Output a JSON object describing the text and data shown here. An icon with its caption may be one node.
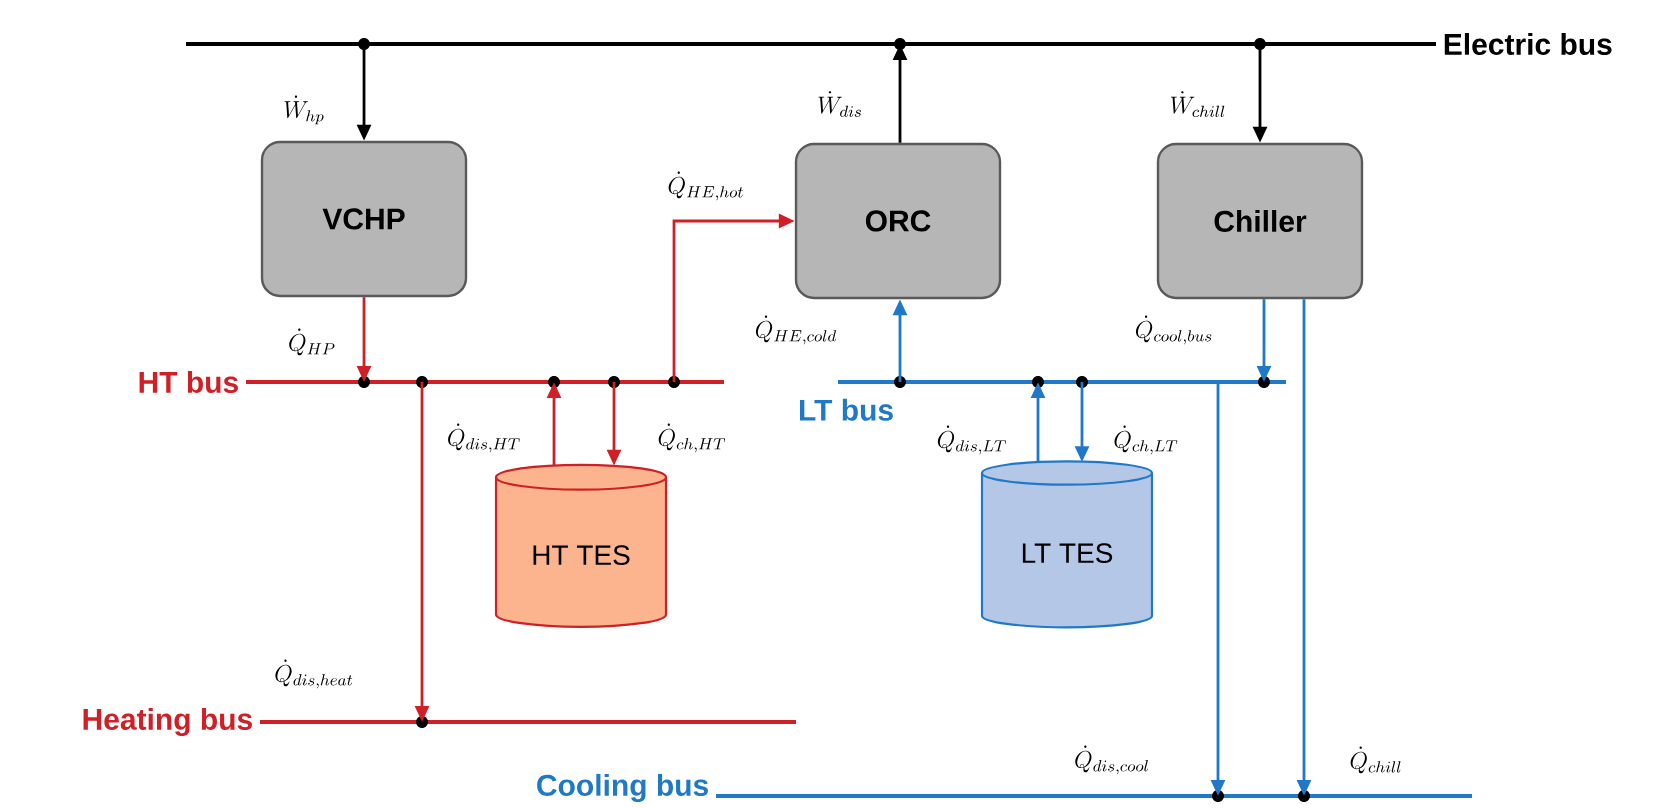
{
  "diagram": {
    "nodes": [
      {
        "text": [
          "Electric bus"
        ]
      },
      {
        "text": [
          "VCHP"
        ]
      },
      {
        "text": [
          "ORC"
        ]
      },
      {
        "text": [
          "Chiller"
        ]
      },
      {
        "text": [
          "HT bus"
        ]
      },
      {
        "text": [
          "LT bus"
        ]
      },
      {
        "text": [
          "HT TES"
        ]
      },
      {
        "text": [
          "LT TES"
        ]
      },
      {
        "text": [
          "Heating bus"
        ]
      },
      {
        "text": [
          "Cooling bus"
        ]
      }
    ],
    "edges": [
      {
        "from": 0,
        "to": 1,
        "arrow": "to",
        "label": "\\dot{W}_{hp}",
        "color": "#000000"
      },
      {
        "from": 2,
        "to": 0,
        "arrow": "to",
        "label": "\\dot{W}_{dis}",
        "color": "#000000"
      },
      {
        "from": 0,
        "to": 3,
        "arrow": "to",
        "label": "\\dot{W}_{chill}",
        "color": "#000000"
      },
      {
        "from": 1,
        "to": 4,
        "arrow": "to",
        "label": "\\dot{Q}_{HP}",
        "color": "#d02027"
      },
      {
        "from": 4,
        "to": 2,
        "arrow": "to",
        "label": "\\dot{Q}_{HE,hot}",
        "color": "#d02027"
      },
      {
        "from": 5,
        "to": 2,
        "arrow": "to",
        "label": "\\dot{Q}_{HE,cold}",
        "color": "#1f78c8"
      },
      {
        "from": 3,
        "to": 5,
        "arrow": "to",
        "label": "\\dot{Q}_{cool,bus}",
        "color": "#1f78c8"
      },
      {
        "from": 6,
        "to": 4,
        "arrow": "to",
        "label": "\\dot{Q}_{dis,HT}",
        "color": "#d02027"
      },
      {
        "from": 4,
        "to": 6,
        "arrow": "to",
        "label": "\\dot{Q}_{ch,HT}",
        "color": "#d02027"
      },
      {
        "from": 4,
        "to": 8,
        "arrow": "to",
        "label": "\\dot{Q}_{dis,heat}",
        "color": "#d02027"
      },
      {
        "from": 7,
        "to": 5,
        "arrow": "to",
        "label": "\\dot{Q}_{dis,LT}",
        "color": "#1f78c8"
      },
      {
        "from": 5,
        "to": 7,
        "arrow": "to",
        "label": "\\dot{Q}_{ch,LT}",
        "color": "#1f78c8"
      },
      {
        "from": 5,
        "to": 9,
        "arrow": "to",
        "label": "\\dot{Q}_{dis,cool}",
        "color": "#1f78c8"
      },
      {
        "from": 3,
        "to": 9,
        "arrow": "to",
        "label": "\\dot{Q}_{chill}",
        "color": "#1f78c8"
      }
    ]
  }
}
